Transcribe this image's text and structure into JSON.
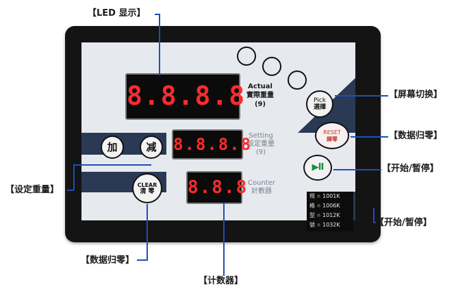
{
  "callouts": {
    "led_display": "【LED 显示】",
    "screen_switch": "【屏幕切换】",
    "data_reset_right": "【数据归零】",
    "start_pause_1": "【开始/暂停】",
    "set_weight": "【设定重量】",
    "start_pause_2": "【开始/暂停】",
    "data_reset_bottom": "【数据归零】",
    "counter": "【计数器】"
  },
  "actual": {
    "value": "8.8.8.8",
    "label_en": "Actual",
    "label_cn": "實際重量",
    "unit": "(9)"
  },
  "setting": {
    "value": "8.8.8.8",
    "label_en": "Setting",
    "label_cn": "設定重量",
    "unit": "(9)"
  },
  "counter": {
    "value": "8.8.8",
    "label_en": "Counter",
    "label_cn": "計數器"
  },
  "buttons": {
    "plus": "加",
    "minus": "减",
    "clear_en": "CLEAR",
    "clear_cn": "清 零",
    "pick_en": "Pick",
    "pick_cn": "選擇",
    "reset_en": "RESET",
    "reset_cn": "歸零",
    "play_pause": "▶II"
  },
  "model_legend": [
    {
      "prefix": "规",
      "model": "1001K"
    },
    {
      "prefix": "格",
      "model": "1006K"
    },
    {
      "prefix": "型",
      "model": "1012K"
    },
    {
      "prefix": "號",
      "model": "1032K"
    }
  ],
  "colors": {
    "panel_dark": "#2a3a55",
    "panel_light": "#e6e9ee",
    "led_red": "#ff2b2b",
    "callout_line": "#1f4fb5"
  }
}
